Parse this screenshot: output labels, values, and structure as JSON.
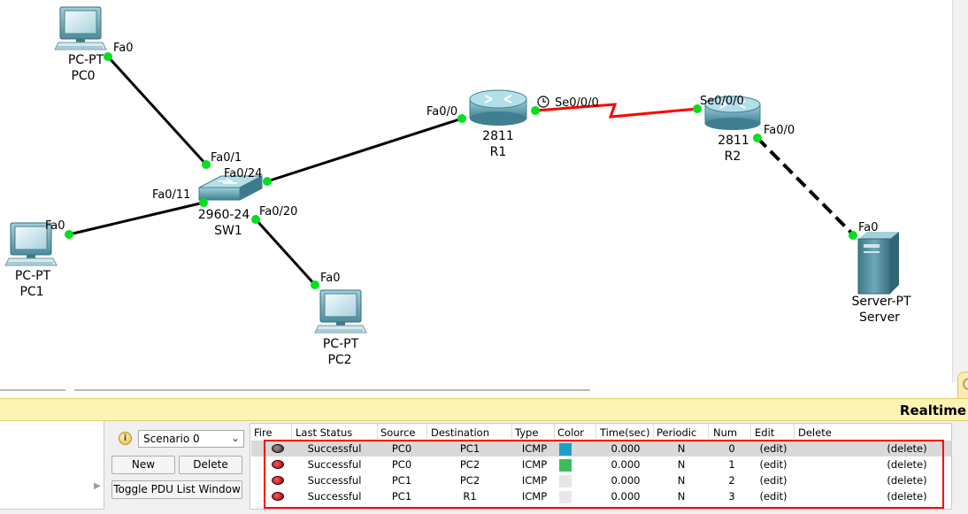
{
  "devices": {
    "pc0": {
      "model": "PC-PT",
      "name": "PC0"
    },
    "pc1": {
      "model": "PC-PT",
      "name": "PC1"
    },
    "pc2": {
      "model": "PC-PT",
      "name": "PC2"
    },
    "sw1": {
      "model": "2960-24",
      "name": "SW1"
    },
    "r1": {
      "model": "2811",
      "name": "R1"
    },
    "r2": {
      "model": "2811",
      "name": "R2"
    },
    "server": {
      "model": "Server-PT",
      "name": "Server"
    }
  },
  "ports": {
    "pc0_fa0": "Fa0",
    "pc1_fa0": "Fa0",
    "pc2_fa0": "Fa0",
    "sw1_fa01": "Fa0/1",
    "sw1_fa024": "Fa0/24",
    "sw1_fa011": "Fa0/11",
    "sw1_fa020": "Fa0/20",
    "r1_fa00": "Fa0/0",
    "r1_se000": "Se0/0/0",
    "r2_se000": "Se0/0/0",
    "r2_fa00": "Fa0/0",
    "server_fa0": "Fa0"
  },
  "colors": {
    "link_ok": "#00e11e",
    "serial_link": "#ff0000",
    "copper": "#000000"
  },
  "realtime_bar": {
    "label": "Realtime"
  },
  "scenario": {
    "info_icon": "i",
    "selected": "Scenario 0",
    "new_label": "New",
    "delete_label": "Delete",
    "toggle_label": "Toggle PDU List Window"
  },
  "pdu_table": {
    "headers": {
      "fire": "Fire",
      "last_status": "Last Status",
      "source": "Source",
      "destination": "Destination",
      "type": "Type",
      "color": "Color",
      "time": "Time(sec)",
      "periodic": "Periodic",
      "num": "Num",
      "edit": "Edit",
      "delete": "Delete"
    },
    "rows": [
      {
        "status": "Successful",
        "source": "PC0",
        "destination": "PC1",
        "type": "ICMP",
        "color": "#1f9fc7",
        "time": "0.000",
        "periodic": "N",
        "num": "0",
        "edit": "(edit)",
        "delete": "(delete)"
      },
      {
        "status": "Successful",
        "source": "PC0",
        "destination": "PC2",
        "type": "ICMP",
        "color": "#3fbd5c",
        "time": "0.000",
        "periodic": "N",
        "num": "1",
        "edit": "(edit)",
        "delete": "(delete)"
      },
      {
        "status": "Successful",
        "source": "PC1",
        "destination": "PC2",
        "type": "ICMP",
        "color": "#e6e6e6",
        "time": "0.000",
        "periodic": "N",
        "num": "2",
        "edit": "(edit)",
        "delete": "(delete)"
      },
      {
        "status": "Successful",
        "source": "PC1",
        "destination": "R1",
        "type": "ICMP",
        "color": "#ebe6ee",
        "time": "0.000",
        "periodic": "N",
        "num": "3",
        "edit": "(edit)",
        "delete": "(delete)"
      }
    ]
  }
}
